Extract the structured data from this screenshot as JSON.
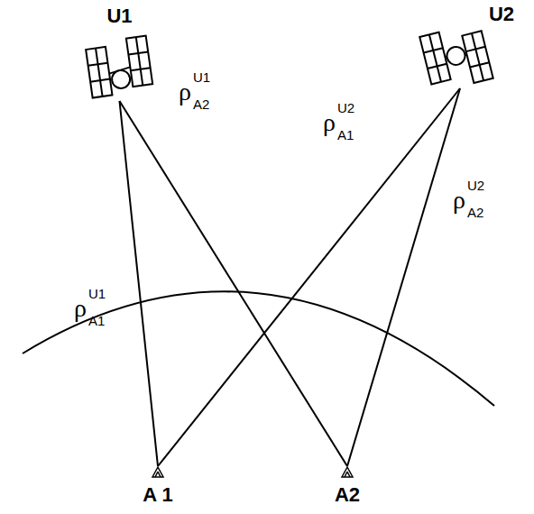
{
  "diagram": {
    "nodes": [
      {
        "text": [
          "U1"
        ]
      },
      {
        "text": [
          "U2"
        ]
      },
      {
        "text": [
          "A 1"
        ]
      },
      {
        "text": [
          "A2"
        ]
      }
    ],
    "edges": [
      {
        "from": 0,
        "to": 2,
        "arrow": "none",
        "label": "ρ"
      },
      {
        "from": 0,
        "to": 3,
        "arrow": "none",
        "label": "ρ"
      },
      {
        "from": 1,
        "to": 2,
        "arrow": "none",
        "label": "ρ"
      },
      {
        "from": 1,
        "to": 3,
        "arrow": "none",
        "label": "ρ"
      }
    ],
    "labels": [
      "U1",
      "A1",
      "U1",
      "A2",
      "U2",
      "A1",
      "U2",
      "A2"
    ]
  }
}
